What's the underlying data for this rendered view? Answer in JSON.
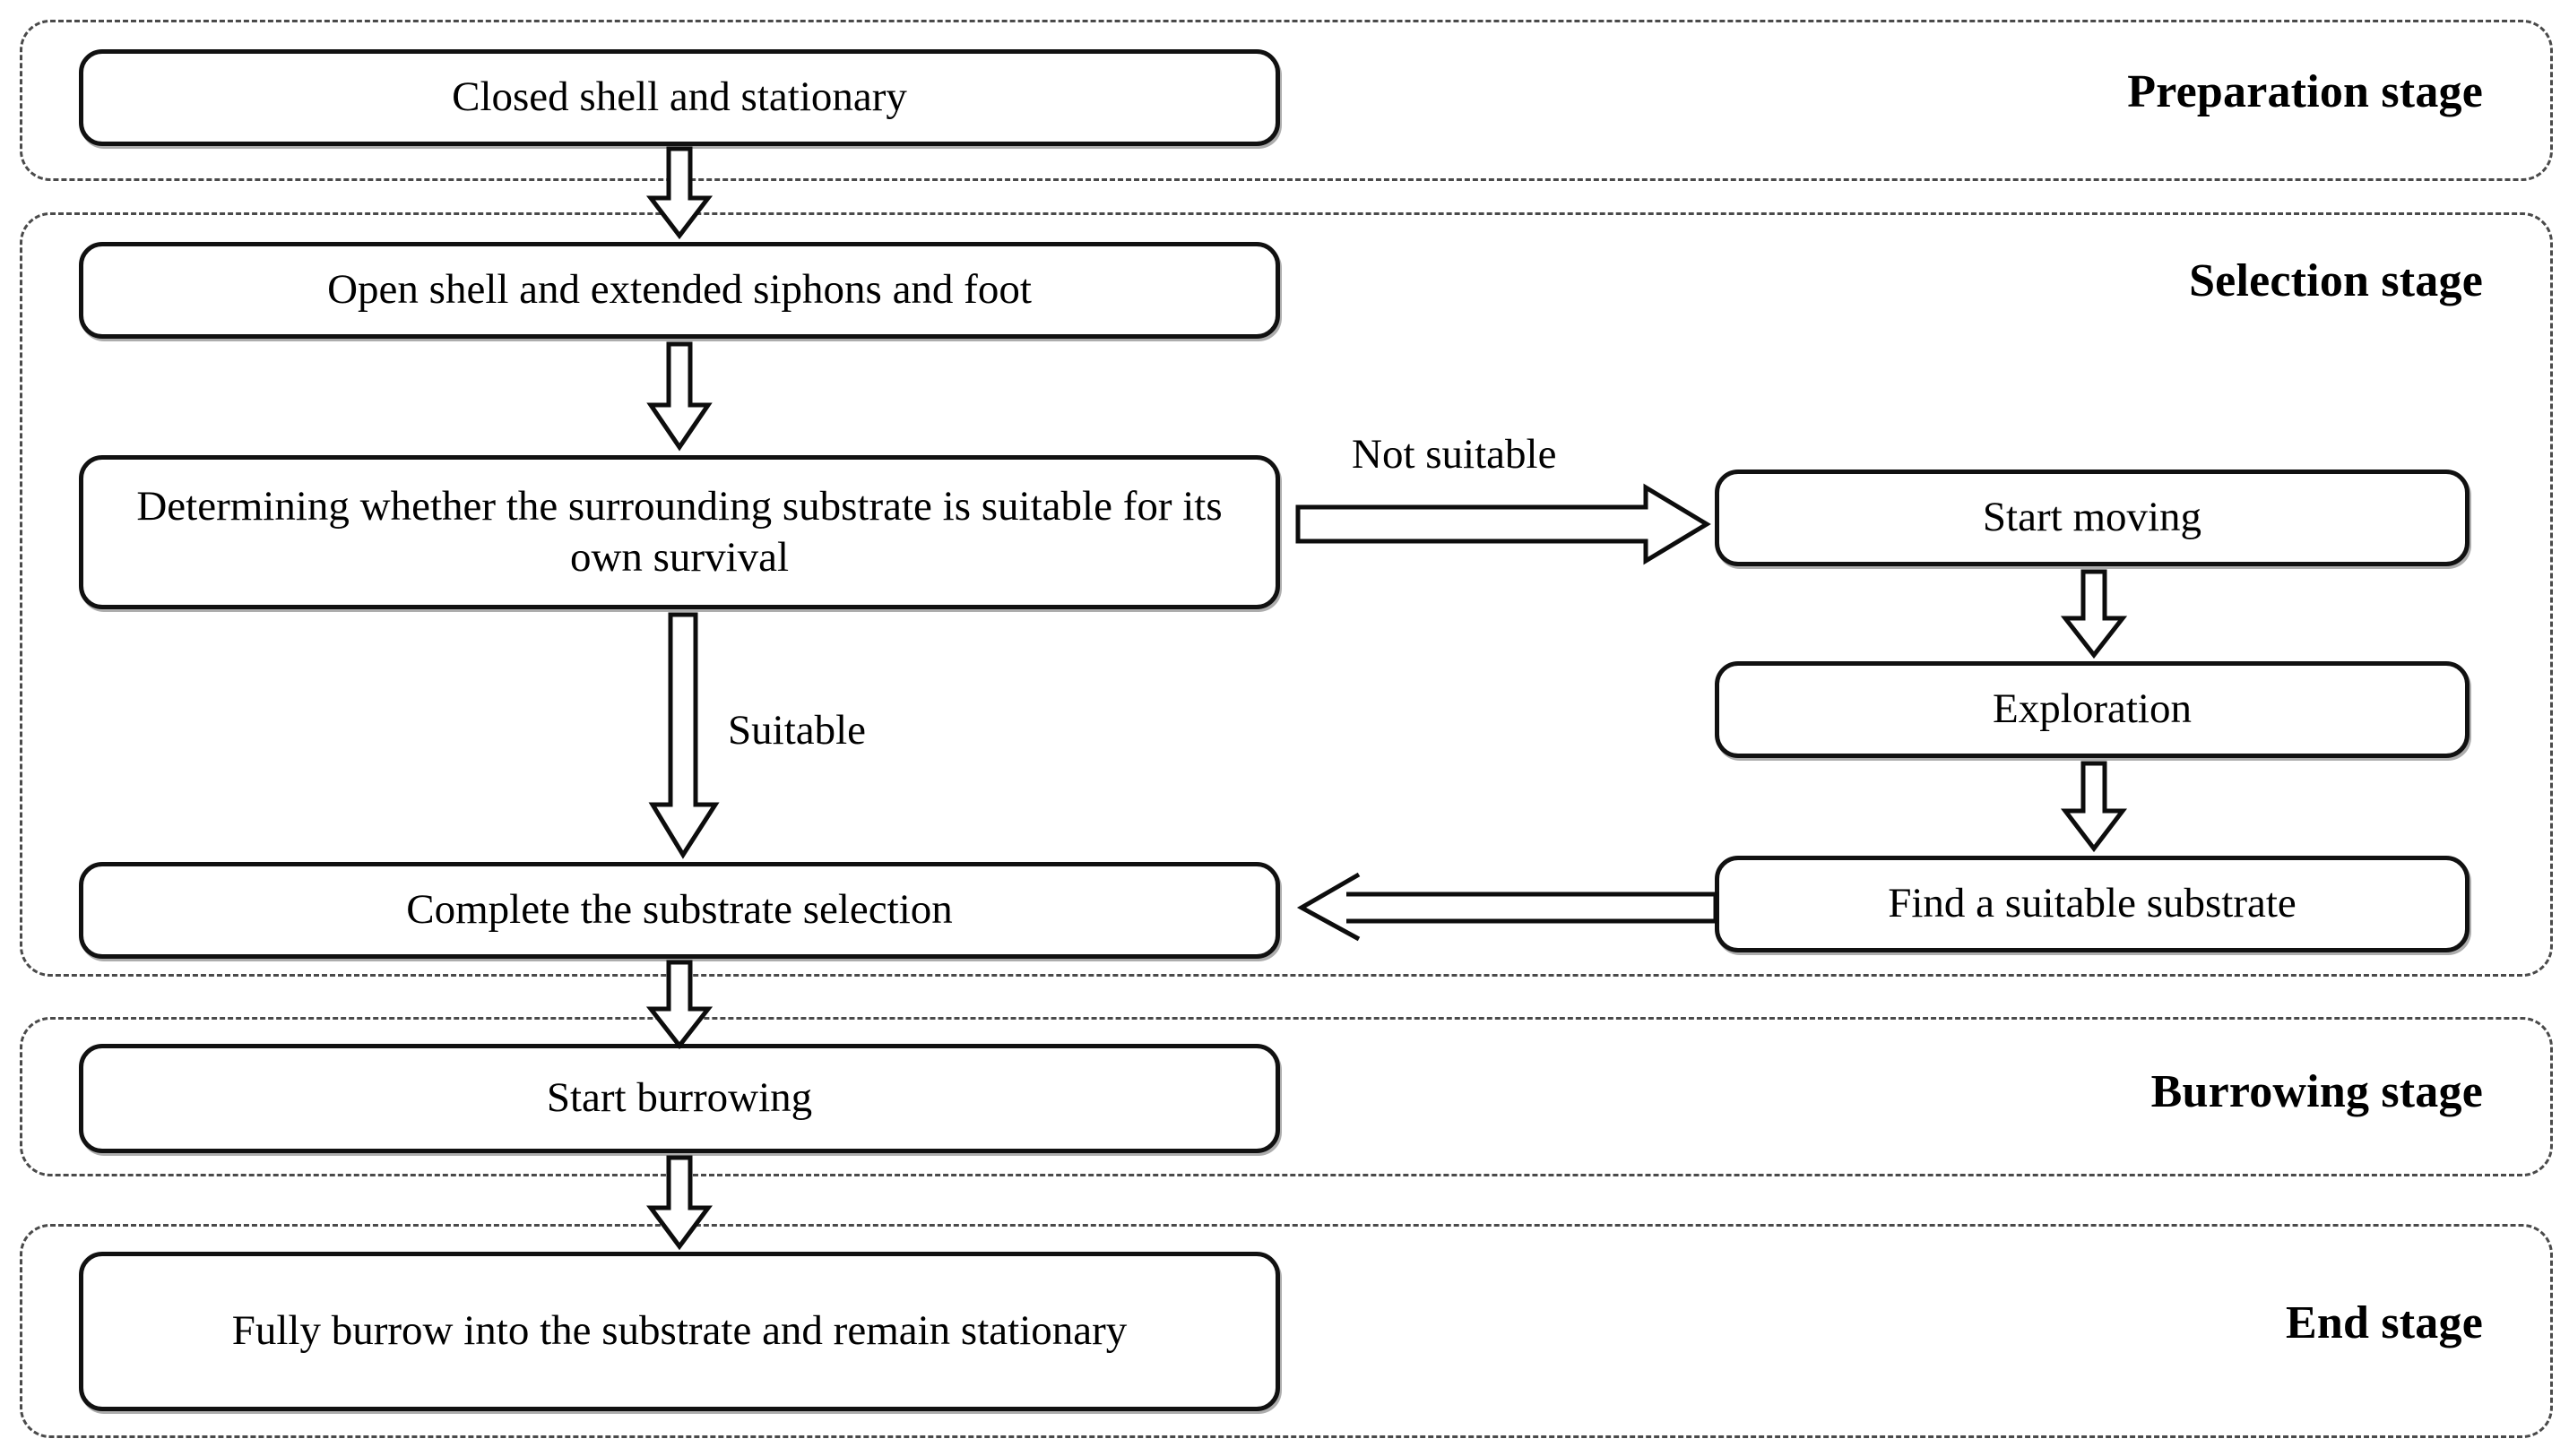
{
  "figure": {
    "kind": "flowchart",
    "description": "Behavioural flowchart of clam substrate selection and burrowing"
  },
  "stages": [
    {
      "id": "preparation",
      "label": "Preparation stage"
    },
    {
      "id": "selection",
      "label": "Selection stage"
    },
    {
      "id": "burrowing",
      "label": "Burrowing stage"
    },
    {
      "id": "end",
      "label": "End stage"
    }
  ],
  "nodes": [
    {
      "id": "closed-shell",
      "stage": "preparation",
      "label": "Closed shell and stationary"
    },
    {
      "id": "open-shell",
      "stage": "selection",
      "label": "Open shell and extended siphons and foot"
    },
    {
      "id": "determine-substrate",
      "stage": "selection",
      "label": "Determining whether the surrounding substrate is suitable for its own survival"
    },
    {
      "id": "complete-selection",
      "stage": "selection",
      "label": "Complete the substrate selection"
    },
    {
      "id": "start-moving",
      "stage": "selection",
      "label": "Start moving"
    },
    {
      "id": "exploration",
      "stage": "selection",
      "label": "Exploration"
    },
    {
      "id": "find-substrate",
      "stage": "selection",
      "label": "Find a suitable substrate"
    },
    {
      "id": "start-burrowing",
      "stage": "burrowing",
      "label": "Start burrowing"
    },
    {
      "id": "fully-burrow",
      "stage": "end",
      "label": "Fully burrow into the substrate and remain stationary"
    }
  ],
  "edges": [
    {
      "id": "e1",
      "from": "closed-shell",
      "to": "open-shell",
      "label": "",
      "direction": "down"
    },
    {
      "id": "e2",
      "from": "open-shell",
      "to": "determine-substrate",
      "label": "",
      "direction": "down"
    },
    {
      "id": "e3",
      "from": "determine-substrate",
      "to": "start-moving",
      "label": "Not suitable",
      "direction": "right"
    },
    {
      "id": "e4",
      "from": "determine-substrate",
      "to": "complete-selection",
      "label": "Suitable",
      "direction": "down"
    },
    {
      "id": "e5",
      "from": "start-moving",
      "to": "exploration",
      "label": "",
      "direction": "down"
    },
    {
      "id": "e6",
      "from": "exploration",
      "to": "find-substrate",
      "label": "",
      "direction": "down"
    },
    {
      "id": "e7",
      "from": "find-substrate",
      "to": "complete-selection",
      "label": "",
      "direction": "left"
    },
    {
      "id": "e8",
      "from": "complete-selection",
      "to": "start-burrowing",
      "label": "",
      "direction": "down"
    },
    {
      "id": "e9",
      "from": "start-burrowing",
      "to": "fully-burrow",
      "label": "",
      "direction": "down"
    }
  ],
  "colors": {
    "background": "#ffffff",
    "node_border": "#111111",
    "stage_border": "#4a4a4a",
    "text": "#000000",
    "arrow_stroke": "#0d0d0d",
    "arrow_fill": "#ffffff"
  }
}
